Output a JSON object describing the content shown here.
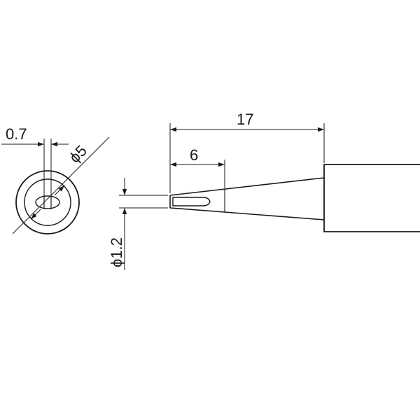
{
  "dimensions": {
    "overall_length": "17",
    "tip_length": "6",
    "tip_diameter": "ϕ1.2",
    "shaft_diameter": "ϕ5",
    "tip_thickness": "0.7"
  },
  "colors": {
    "line": "#1a1a1a",
    "background": "#ffffff"
  }
}
